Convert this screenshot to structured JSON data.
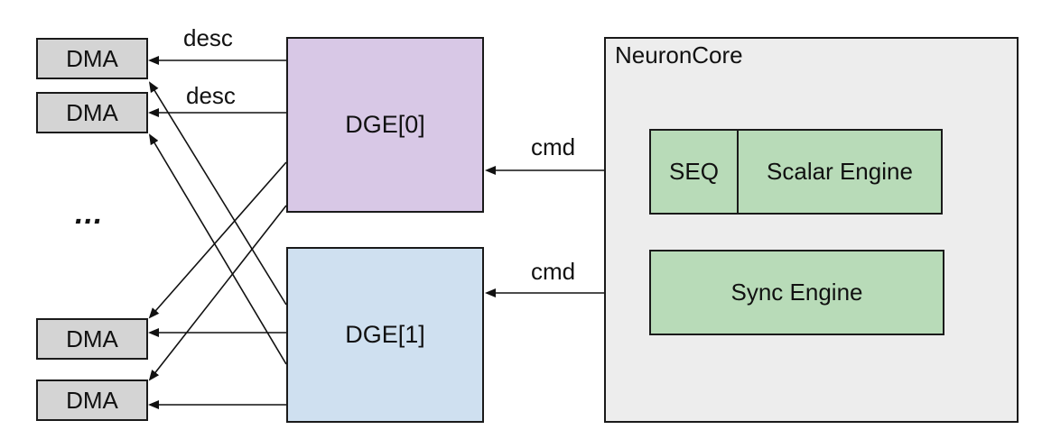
{
  "dma_units": [
    {
      "label": "DMA"
    },
    {
      "label": "DMA"
    },
    {
      "label": "DMA"
    },
    {
      "label": "DMA"
    }
  ],
  "ellipsis": "...",
  "dge_units": [
    {
      "label": "DGE[0]"
    },
    {
      "label": "DGE[1]"
    }
  ],
  "neuron_core": {
    "title": "NeuronCore",
    "seq_label": "SEQ",
    "scalar_engine_label": "Scalar Engine",
    "sync_engine_label": "Sync Engine"
  },
  "edge_labels": {
    "desc_top": "desc",
    "desc_second": "desc",
    "cmd_scalar": "cmd",
    "cmd_sync": "cmd"
  },
  "colors": {
    "dma_fill": "#d4d4d4",
    "dge0_fill": "#d8c8e6",
    "dge1_fill": "#cfe0f0",
    "core_fill": "#ededed",
    "engine_fill": "#b8dbb8",
    "stroke": "#1a1a1a"
  }
}
